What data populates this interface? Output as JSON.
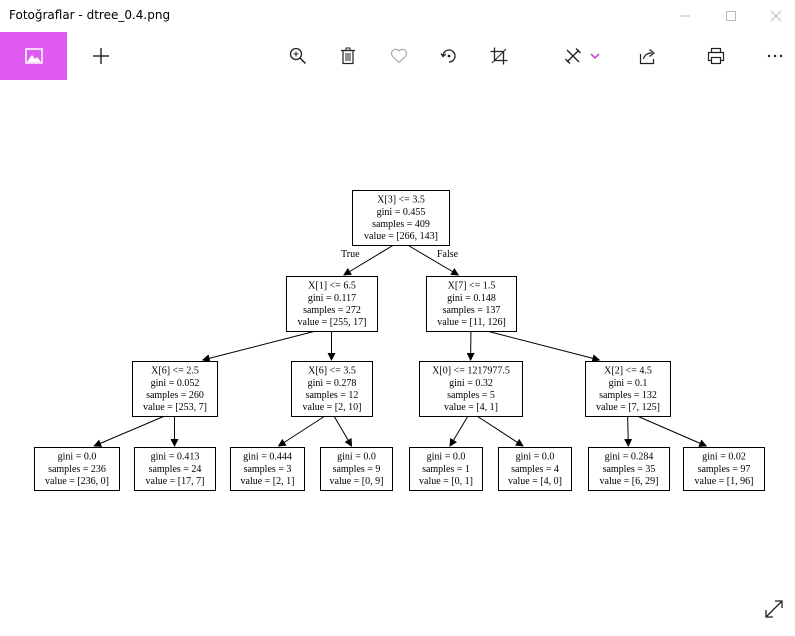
{
  "window": {
    "title": "Fotoğraflar - dtree_0.4.png",
    "buttons": [
      "minimize-icon",
      "maximize-icon",
      "close-icon"
    ]
  },
  "toolbar": {
    "accent": "#e05cf1",
    "items": [
      "photo-icon",
      "add-icon",
      "zoom-icon",
      "delete-icon",
      "favorite-icon",
      "rotate-icon",
      "crop-icon",
      "edit-icon",
      "chevron-down-icon",
      "share-icon",
      "print-icon",
      "more-icon"
    ]
  },
  "tree": {
    "edge_labels": {
      "true": "True",
      "false": "False"
    },
    "nodes": [
      {
        "id": "root",
        "lines": [
          "X[3] <= 3.5",
          "gini = 0.455",
          "samples = 409",
          "value = [266, 143]"
        ]
      },
      {
        "id": "l",
        "lines": [
          "X[1] <= 6.5",
          "gini = 0.117",
          "samples = 272",
          "value = [255, 17]"
        ]
      },
      {
        "id": "r",
        "lines": [
          "X[7] <= 1.5",
          "gini = 0.148",
          "samples = 137",
          "value = [11, 126]"
        ]
      },
      {
        "id": "ll",
        "lines": [
          "X[6] <= 2.5",
          "gini = 0.052",
          "samples = 260",
          "value = [253, 7]"
        ]
      },
      {
        "id": "lr",
        "lines": [
          "X[6] <= 3.5",
          "gini = 0.278",
          "samples = 12",
          "value = [2, 10]"
        ]
      },
      {
        "id": "rl",
        "lines": [
          "X[0] <= 1217977.5",
          "gini = 0.32",
          "samples = 5",
          "value = [4, 1]"
        ]
      },
      {
        "id": "rr",
        "lines": [
          "X[2] <= 4.5",
          "gini = 0.1",
          "samples = 132",
          "value = [7, 125]"
        ]
      },
      {
        "id": "lll",
        "lines": [
          "gini = 0.0",
          "samples = 236",
          "value = [236, 0]"
        ]
      },
      {
        "id": "llr",
        "lines": [
          "gini = 0.413",
          "samples = 24",
          "value = [17, 7]"
        ]
      },
      {
        "id": "lrl",
        "lines": [
          "gini = 0.444",
          "samples = 3",
          "value = [2, 1]"
        ]
      },
      {
        "id": "lrr",
        "lines": [
          "gini = 0.0",
          "samples = 9",
          "value = [0, 9]"
        ]
      },
      {
        "id": "rll",
        "lines": [
          "gini = 0.0",
          "samples = 1",
          "value = [0, 1]"
        ]
      },
      {
        "id": "rlr",
        "lines": [
          "gini = 0.0",
          "samples = 4",
          "value = [4, 0]"
        ]
      },
      {
        "id": "rrl",
        "lines": [
          "gini = 0.284",
          "samples = 35",
          "value = [6, 29]"
        ]
      },
      {
        "id": "rrr",
        "lines": [
          "gini = 0.02",
          "samples = 97",
          "value = [1, 96]"
        ]
      }
    ]
  },
  "footer": {
    "icon": "fullscreen-icon"
  }
}
